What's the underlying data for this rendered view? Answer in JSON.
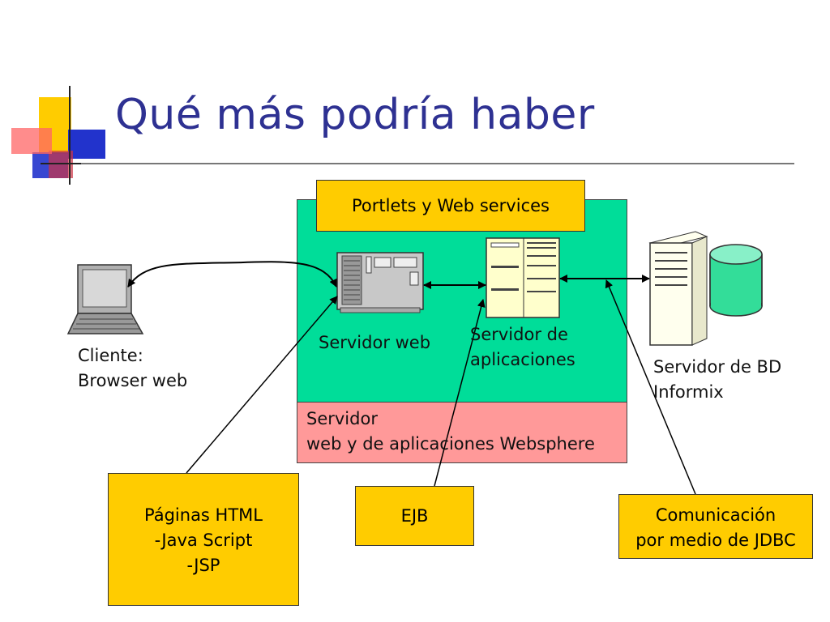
{
  "slide": {
    "title": "Qué más podría haber"
  },
  "client": {
    "line1": "Cliente:",
    "line2": "Browser web"
  },
  "webserver": {
    "label": "Servidor web"
  },
  "appserver": {
    "line1": "Servidor de",
    "line2": "aplicaciones"
  },
  "dbserver": {
    "line1": "Servidor de BD",
    "line2": "Informix"
  },
  "websphere": {
    "line1": "Servidor",
    "line2": "web y de aplicaciones Websphere"
  },
  "portlets": {
    "label": "Portlets y Web services"
  },
  "html_box": {
    "line1": "Páginas HTML",
    "line2": "-Java Script",
    "line3": "-JSP"
  },
  "ejb_box": {
    "label": "EJB"
  },
  "jdbc_box": {
    "line1": "Comunicación",
    "line2": "por medio de JDBC"
  },
  "colors": {
    "title": "#2e3192",
    "server_area": "#00dd99",
    "websphere_area": "#ff9999",
    "callout": "#ffcc00",
    "database": "#33dd99",
    "appserver_body": "#ffffcc"
  }
}
